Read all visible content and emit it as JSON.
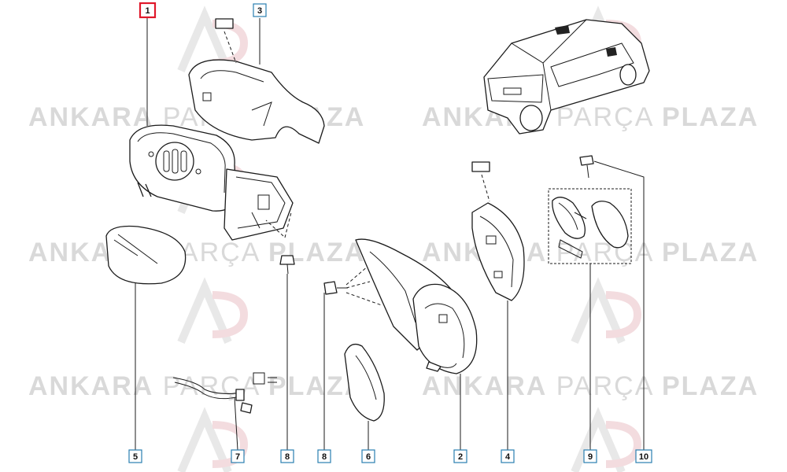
{
  "watermark": {
    "brand_left": "ANKARA",
    "brand_mid": "PARÇA",
    "brand_right": "PLAZA"
  },
  "callouts": [
    {
      "id": "c1",
      "label": "1",
      "highlight": true
    },
    {
      "id": "c3",
      "label": "3",
      "highlight": false
    },
    {
      "id": "c5",
      "label": "5",
      "highlight": false
    },
    {
      "id": "c7",
      "label": "7",
      "highlight": false
    },
    {
      "id": "c8a",
      "label": "8",
      "highlight": false
    },
    {
      "id": "c8b",
      "label": "8",
      "highlight": false
    },
    {
      "id": "c6",
      "label": "6",
      "highlight": false
    },
    {
      "id": "c2",
      "label": "2",
      "highlight": false
    },
    {
      "id": "c4",
      "label": "4",
      "highlight": false
    },
    {
      "id": "c9",
      "label": "9",
      "highlight": false
    },
    {
      "id": "c10",
      "label": "10",
      "highlight": false
    }
  ],
  "colors": {
    "highlight": "#e0182a",
    "callout_border": "#2a7fb0",
    "watermark": "#d9d9d9"
  }
}
